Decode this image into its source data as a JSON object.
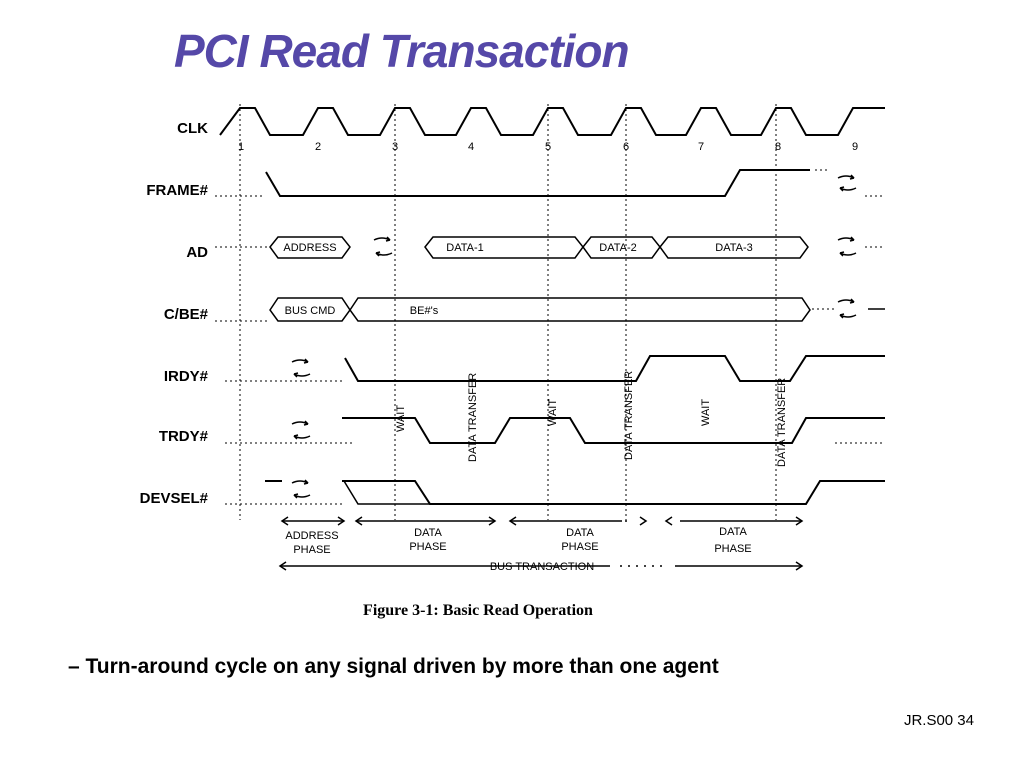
{
  "title": "PCI Read Transaction",
  "signals": {
    "clk": "CLK",
    "frame": "FRAME#",
    "ad": "AD",
    "cbe": "C/BE#",
    "irdy": "IRDY#",
    "trdy": "TRDY#",
    "devsel": "DEVSEL#"
  },
  "clock_numbers": [
    "1",
    "2",
    "3",
    "4",
    "5",
    "6",
    "7",
    "8",
    "9"
  ],
  "ad_labels": {
    "address": "ADDRESS",
    "data1": "DATA-1",
    "data2": "DATA-2",
    "data3": "DATA-3"
  },
  "cbe_labels": {
    "bus_cmd": "BUS CMD",
    "be": "BE#'s"
  },
  "markers": {
    "wait": "WAIT",
    "data_transfer": "DATA TRANSFER"
  },
  "phases": {
    "address_phase_1": "ADDRESS",
    "address_phase_2": "PHASE",
    "data_1": "DATA",
    "data_2": "PHASE",
    "bus_transaction": "BUS TRANSACTION"
  },
  "figure_caption": "Figure 3-1:  Basic Read Operation",
  "bullet": "– Turn-around cycle on any signal driven by more than one agent",
  "footer": "JR.S00 34",
  "colors": {
    "title": "#5548a8",
    "ink": "#000000"
  }
}
